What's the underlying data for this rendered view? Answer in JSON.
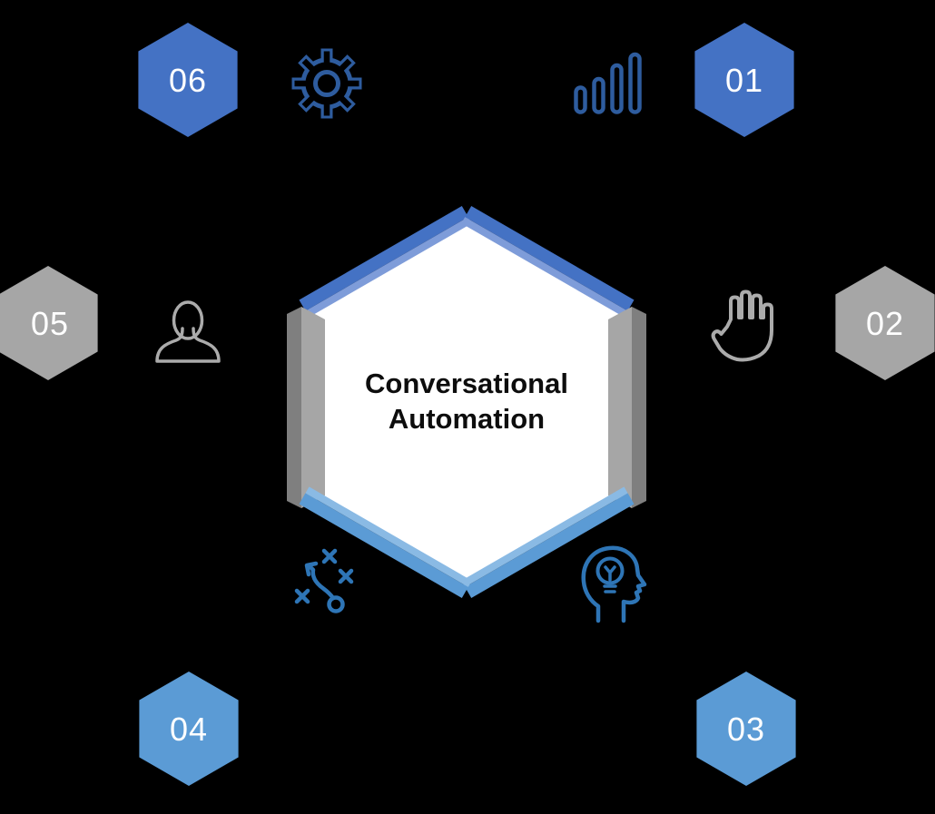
{
  "diagram": {
    "center_title": "Conversational Automation",
    "nodes": [
      {
        "number": "01",
        "position": "top-right",
        "fill": "#4472C4",
        "icon": "growth-bars"
      },
      {
        "number": "02",
        "position": "middle-right",
        "fill": "#A6A6A6",
        "icon": "hand"
      },
      {
        "number": "03",
        "position": "bottom-right",
        "fill": "#5B9BD5",
        "icon": "head-lightbulb"
      },
      {
        "number": "04",
        "position": "bottom-left",
        "fill": "#5B9BD5",
        "icon": "strategy"
      },
      {
        "number": "05",
        "position": "middle-left",
        "fill": "#A6A6A6",
        "icon": "person"
      },
      {
        "number": "06",
        "position": "top-left",
        "fill": "#4472C4",
        "icon": "gear"
      }
    ],
    "colors": {
      "background": "#000000",
      "hex_dark_blue": "#4472C4",
      "hex_light_blue": "#5B9BD5",
      "hex_gray": "#A6A6A6",
      "center_fill": "#FFFFFF",
      "center_text_color": "#0D0D0D",
      "top_edge": "#4472C4",
      "top_edge_bevel": "#7E9CD9",
      "bottom_edge": "#5B9BD5",
      "bottom_edge_bevel": "#8ABAE4",
      "side_edge": "#A6A6A6",
      "side_edge_facet": "#7F7F7F",
      "icon_blue_dark": "#2E5C9E",
      "icon_blue_medium": "#2E75B6",
      "icon_gray": "#ABABAB",
      "number_text_color": "#FFFFFF"
    }
  }
}
